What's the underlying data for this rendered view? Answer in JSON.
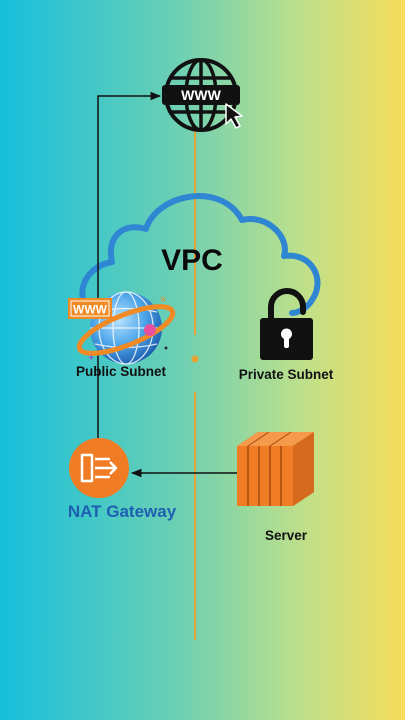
{
  "diagram": {
    "vpc_label": "VPC",
    "www_text": "WWW",
    "public_subnet_label": "Public Subnet",
    "private_subnet_label": "Private Subnet",
    "nat_gateway_label": "NAT Gateway",
    "server_label": "Server",
    "public_subnet_sign_text": "WWW"
  },
  "colors": {
    "background_left": "#16bfdc",
    "background_right": "#f7dc5a",
    "cloud_outline": "#2f86d3",
    "divider": "#e7a234",
    "aws_orange": "#f07d25",
    "nat_label": "#1d5fb0",
    "globe_blue": "#3f9fe8",
    "orbit_orange": "#f08a24",
    "arrow": "#111111"
  },
  "icons": [
    "globe-www-cursor-icon",
    "cloud-outline",
    "globe-orbit-icon",
    "padlock-icon",
    "nat-gateway-icon",
    "ec2-server-icon"
  ]
}
